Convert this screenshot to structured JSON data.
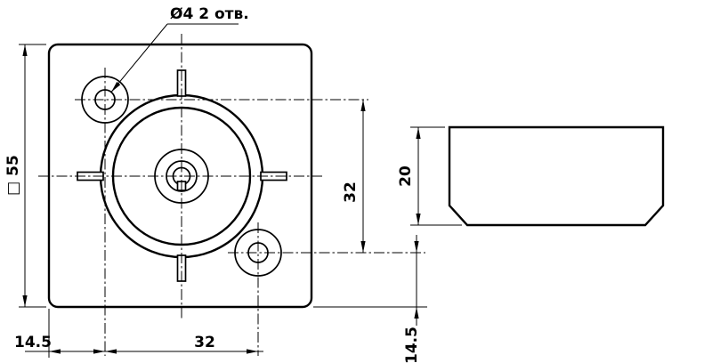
{
  "page": {
    "background": "#ffffff",
    "ink": "#000000"
  },
  "drawing": {
    "labels": {
      "holes_leader": "Ø4  2 отв.",
      "dim_square": "□ 55",
      "dim_holes_vertical": "32",
      "dim_holes_horizontal": "32",
      "dim_offset_left": "14.5",
      "dim_offset_bottom_right": "14.5",
      "dim_thickness": "20"
    }
  }
}
